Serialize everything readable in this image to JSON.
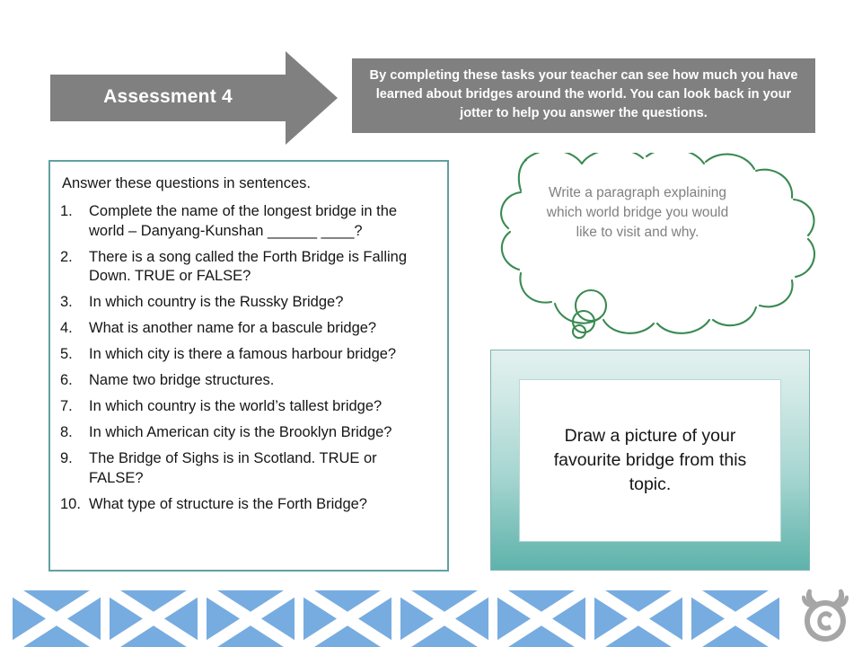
{
  "header": {
    "arrow_title": "Assessment 4",
    "arrow_color": "#808080",
    "instruction": "By completing these tasks your teacher can see how much you have learned about bridges around the world. You can look back in your jotter to help you answer the questions.",
    "instruction_bg": "#808080"
  },
  "questions_panel": {
    "border_color": "#62a0a0",
    "intro": "Answer these questions in sentences.",
    "items": [
      {
        "num": "1.",
        "text": "Complete the name of the longest bridge in the world – Danyang-Kunshan ______ ____?"
      },
      {
        "num": "2.",
        "text": "There is a song called the Forth Bridge is Falling Down. TRUE or FALSE?"
      },
      {
        "num": "3.",
        "text": "In which country is the Russky Bridge?"
      },
      {
        "num": "4.",
        "text": "What is another name for a bascule bridge?"
      },
      {
        "num": "5.",
        "text": "In which city is there a famous harbour bridge?"
      },
      {
        "num": "6.",
        "text": "Name two bridge structures."
      },
      {
        "num": "7.",
        "text": "In which country is the world’s tallest bridge?"
      },
      {
        "num": "8.",
        "text": "In which American city is the Brooklyn Bridge?"
      },
      {
        "num": "9.",
        "text": "The Bridge of Sighs is in Scotland. TRUE or FALSE?"
      },
      {
        "num": "10.",
        "text": "What type of structure is the Forth Bridge?"
      }
    ]
  },
  "thought_cloud": {
    "text": "Write a paragraph explaining which world bridge you would like to visit and why.",
    "outline_color": "#3a8a52",
    "text_color": "#808080"
  },
  "draw_box": {
    "text": "Draw a picture of your favourite bridge from this topic.",
    "frame_top_color": "#e2f1ef",
    "frame_bottom_color": "#5eb3ac",
    "inner_bg": "#ffffff"
  },
  "footer": {
    "flag_name": "scotland-saltire-flag",
    "flag_count": 8,
    "flag_color": "#77ace0",
    "flag_cross_color": "#ffffff",
    "copyright_icon": "copyright-moose-icon",
    "copyright_color": "#a6a6a6"
  }
}
